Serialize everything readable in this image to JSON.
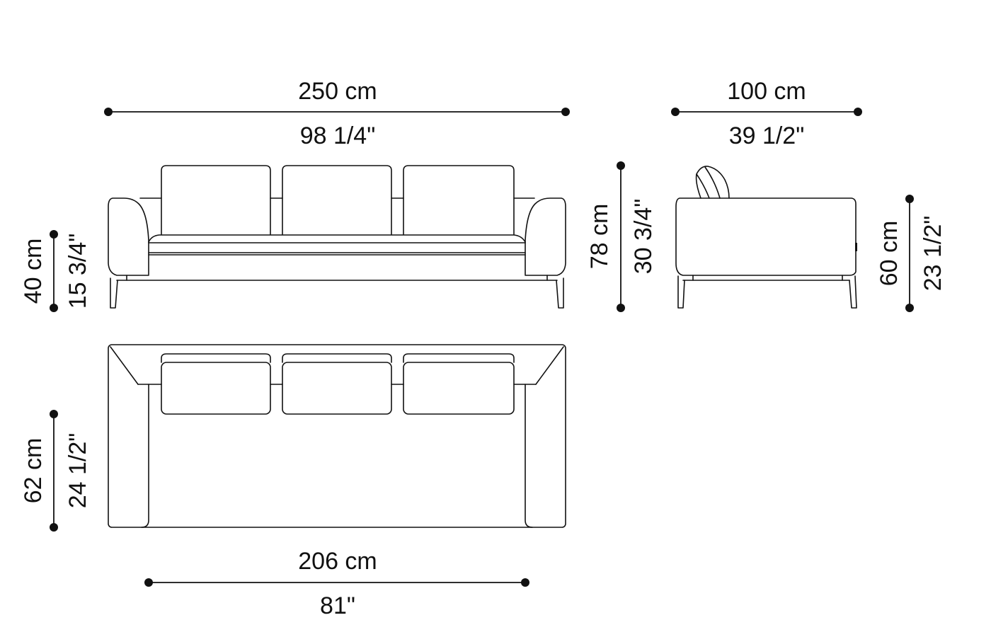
{
  "drawing": {
    "subject": "three-seat sofa",
    "views": [
      "front-view",
      "side-view",
      "top-view"
    ],
    "line_color": "#111111",
    "background": "#ffffff"
  },
  "dimensions": {
    "overall_width": {
      "metric": "250 cm",
      "imperial": "98 1/4\""
    },
    "depth": {
      "metric": "100 cm",
      "imperial": "39 1/2\""
    },
    "overall_height": {
      "metric": "78 cm",
      "imperial": "30 3/4\""
    },
    "seat_height": {
      "metric": "40 cm",
      "imperial": "15 3/4\""
    },
    "arm_height": {
      "metric": "60 cm",
      "imperial": "23 1/2\""
    },
    "seat_depth": {
      "metric": "62 cm",
      "imperial": "24 1/2\""
    },
    "seat_width": {
      "metric": "206 cm",
      "imperial": "81\""
    }
  }
}
